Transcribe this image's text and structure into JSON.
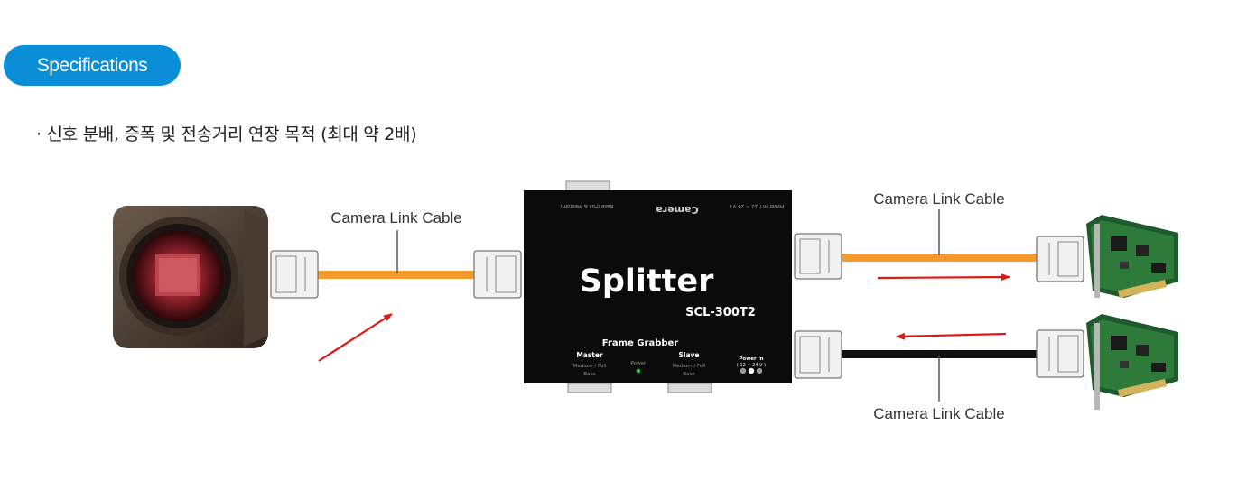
{
  "header": {
    "spec_label": "Specifications"
  },
  "bullet": {
    "text": "· 신호 분배, 증폭 및 전송거리 연장 목적 (최대 약 2배)"
  },
  "diagram": {
    "cable_labels": [
      "Camera Link Cable",
      "Camera Link Cable",
      "Camera Link Cable"
    ],
    "device": {
      "title": "Splitter",
      "model": "SCL-300T2",
      "section_label": "Frame Grabber",
      "master_label": "Master",
      "master_sub1": "Medium / Full",
      "master_sub2": "Base",
      "power_led_label": "Power",
      "slave_label": "Slave",
      "slave_sub1": "Medium / Full",
      "slave_sub2": "Base",
      "power_in_label": "Power In",
      "power_in_range": "( 12 ~ 24 V )",
      "top_camera_label": "Camera",
      "top_base_label": "Base (Full & Medium)",
      "top_power_label": "Power In ( 12 ~ 24 V )"
    },
    "colors": {
      "orange_cable": "#f59a2c",
      "black_cable": "#111111",
      "arrow": "#e01616",
      "pill": "#0a8ed8"
    }
  }
}
